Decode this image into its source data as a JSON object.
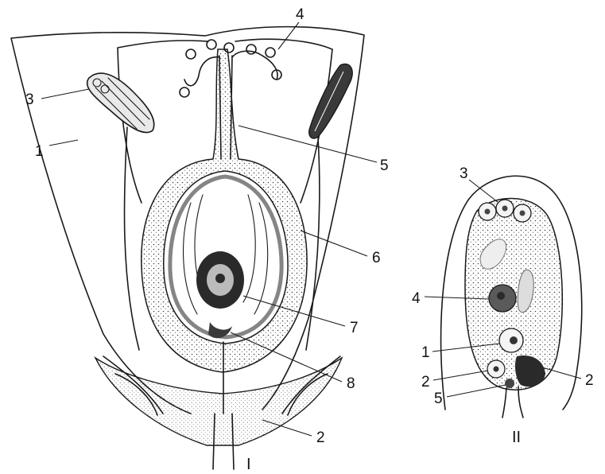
{
  "labels_left": {
    "l1": "1",
    "l2": "2",
    "l3": "3",
    "l4": "4",
    "l5": "5",
    "l6": "6",
    "l7": "7",
    "l8": "8"
  },
  "labels_right": {
    "r1": "1",
    "r2a": "2",
    "r2b": "2",
    "r3": "3",
    "r4": "4",
    "r5": "5"
  },
  "panels": {
    "left": "I",
    "right": "II"
  }
}
